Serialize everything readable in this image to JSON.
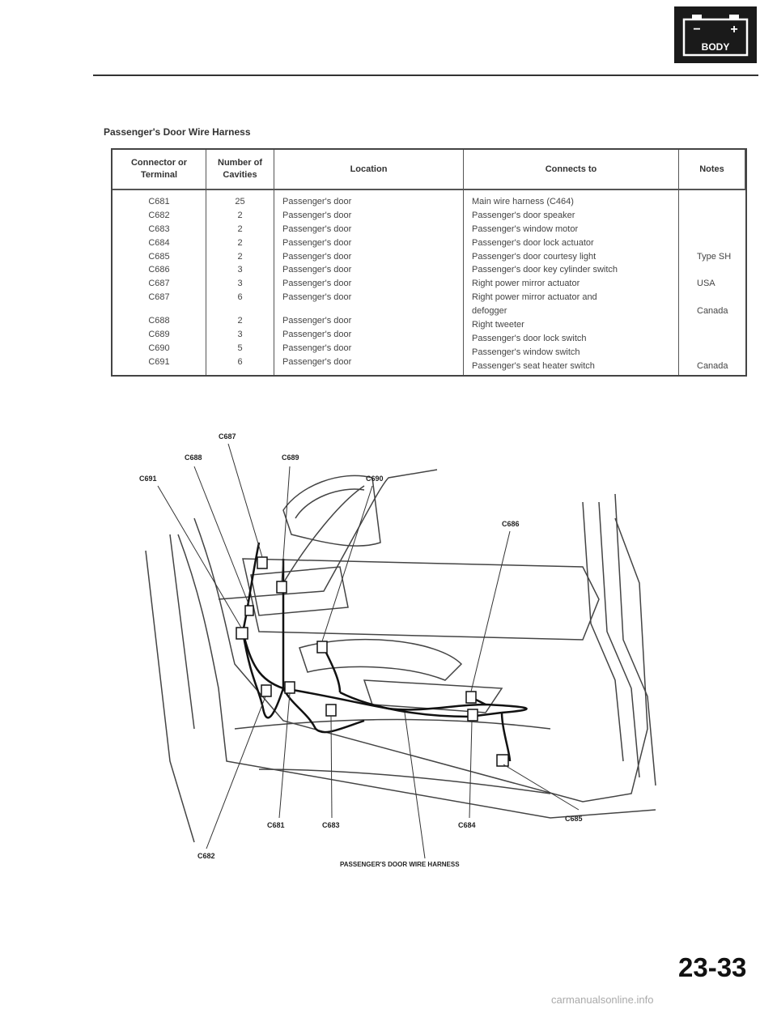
{
  "battery": {
    "minus": "−",
    "plus": "+",
    "label": "BODY"
  },
  "section_title": "Passenger's Door Wire Harness",
  "table": {
    "headers": [
      "Connector or\nTerminal",
      "Number of\nCavities",
      "Location",
      "Connects to",
      "Notes"
    ],
    "connectors_a": [
      "C681",
      "C682",
      "C683",
      "C684",
      "C685",
      "C686",
      "C687",
      "C687"
    ],
    "connectors_b": [
      "C688",
      "C689",
      "C690",
      "C691"
    ],
    "cavities_a": [
      "25",
      "2",
      "2",
      "2",
      "2",
      "3",
      "3",
      "6"
    ],
    "cavities_b": [
      "2",
      "3",
      "5",
      "6"
    ],
    "location_a": [
      "Passenger's door",
      "Passenger's door",
      "Passenger's door",
      "Passenger's door",
      "Passenger's door",
      "Passenger's door",
      "Passenger's door",
      "Passenger's door"
    ],
    "location_b": [
      "Passenger's door",
      "Passenger's door",
      "Passenger's door",
      "Passenger's door"
    ],
    "connects_to": [
      "Main wire harness (C464)",
      "Passenger's door speaker",
      "Passenger's window motor",
      "Passenger's door lock actuator",
      "Passenger's door courtesy light",
      "Passenger's door key cylinder switch",
      "Right power mirror actuator",
      "Right power mirror actuator and",
      "defogger",
      "Right tweeter",
      "Passenger's door lock switch",
      "Passenger's window switch",
      "Passenger's seat heater switch"
    ],
    "notes": {
      "type_sh": "Type SH",
      "usa": "USA",
      "canada_1": "Canada",
      "canada_2": "Canada"
    }
  },
  "diagram": {
    "labels": {
      "c687": "C687",
      "c688": "C688",
      "c689": "C689",
      "c691_top": "C691",
      "c690": "C690",
      "c686": "C686",
      "c681": "C681",
      "c683": "C683",
      "c684": "C684",
      "c685": "C685",
      "c682": "C682"
    },
    "caption": "PASSENGER'S DOOR WIRE HARNESS"
  },
  "page_number": "23-33",
  "watermark": "carmanualsonline.info"
}
